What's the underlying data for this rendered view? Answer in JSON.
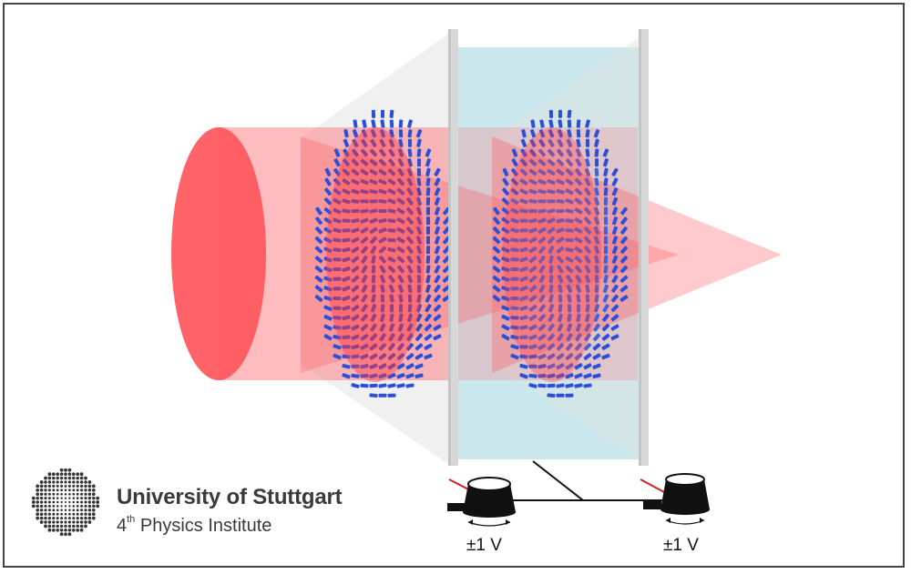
{
  "logo": {
    "institution": "University of Stuttgart",
    "department_number": "4",
    "department_suffix": "th",
    "department_name": "Physics Institute",
    "icon": "dot-rosette-logo"
  },
  "labels": {
    "left_voltage": "±1 V",
    "right_voltage": "±1 V"
  },
  "colors": {
    "beam": "#ff5a5f",
    "nanostructures": "#2b4fd8",
    "active_layer": "#bfe3ea",
    "glass": "#e8e8e8",
    "frame": "#444444"
  }
}
